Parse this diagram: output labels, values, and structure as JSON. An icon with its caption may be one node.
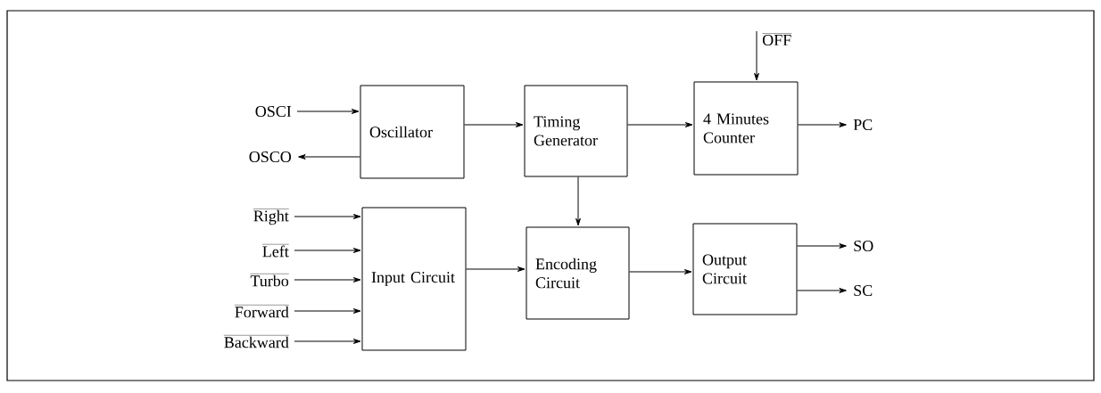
{
  "diagram": {
    "nodes": [
      {
        "text": [
          "OSCI"
        ]
      },
      {
        "text": [
          "OSCO"
        ]
      },
      {
        "text": [
          "Oscillator"
        ]
      },
      {
        "text": [
          "Timing Generator"
        ]
      },
      {
        "text": [
          "OFF"
        ]
      },
      {
        "text": [
          "4 Minutes Counter"
        ]
      },
      {
        "text": [
          "PC"
        ]
      },
      {
        "text": [
          "Right"
        ]
      },
      {
        "text": [
          "Left"
        ]
      },
      {
        "text": [
          "Turbo"
        ]
      },
      {
        "text": [
          "Forward"
        ]
      },
      {
        "text": [
          "Backward"
        ]
      },
      {
        "text": [
          "Input Circuit"
        ]
      },
      {
        "text": [
          "Encoding Circuit"
        ]
      },
      {
        "text": [
          "Output Circuit"
        ]
      },
      {
        "text": [
          "SO"
        ]
      },
      {
        "text": [
          "SC"
        ]
      }
    ],
    "edges": [
      {
        "from": 0,
        "to": 2,
        "arrow": "to"
      },
      {
        "from": 2,
        "to": 1,
        "arrow": "to"
      },
      {
        "from": 2,
        "to": 3,
        "arrow": "to"
      },
      {
        "from": 3,
        "to": 5,
        "arrow": "to"
      },
      {
        "from": 4,
        "to": 5,
        "arrow": "to"
      },
      {
        "from": 5,
        "to": 6,
        "arrow": "to"
      },
      {
        "from": 3,
        "to": 13,
        "arrow": "to"
      },
      {
        "from": 7,
        "to": 12,
        "arrow": "to"
      },
      {
        "from": 8,
        "to": 12,
        "arrow": "to"
      },
      {
        "from": 9,
        "to": 12,
        "arrow": "to"
      },
      {
        "from": 10,
        "to": 12,
        "arrow": "to"
      },
      {
        "from": 11,
        "to": 12,
        "arrow": "to"
      },
      {
        "from": 12,
        "to": 13,
        "arrow": "to"
      },
      {
        "from": 13,
        "to": 14,
        "arrow": "to"
      },
      {
        "from": 14,
        "to": 15,
        "arrow": "to"
      },
      {
        "from": 14,
        "to": 16,
        "arrow": "to"
      }
    ]
  }
}
